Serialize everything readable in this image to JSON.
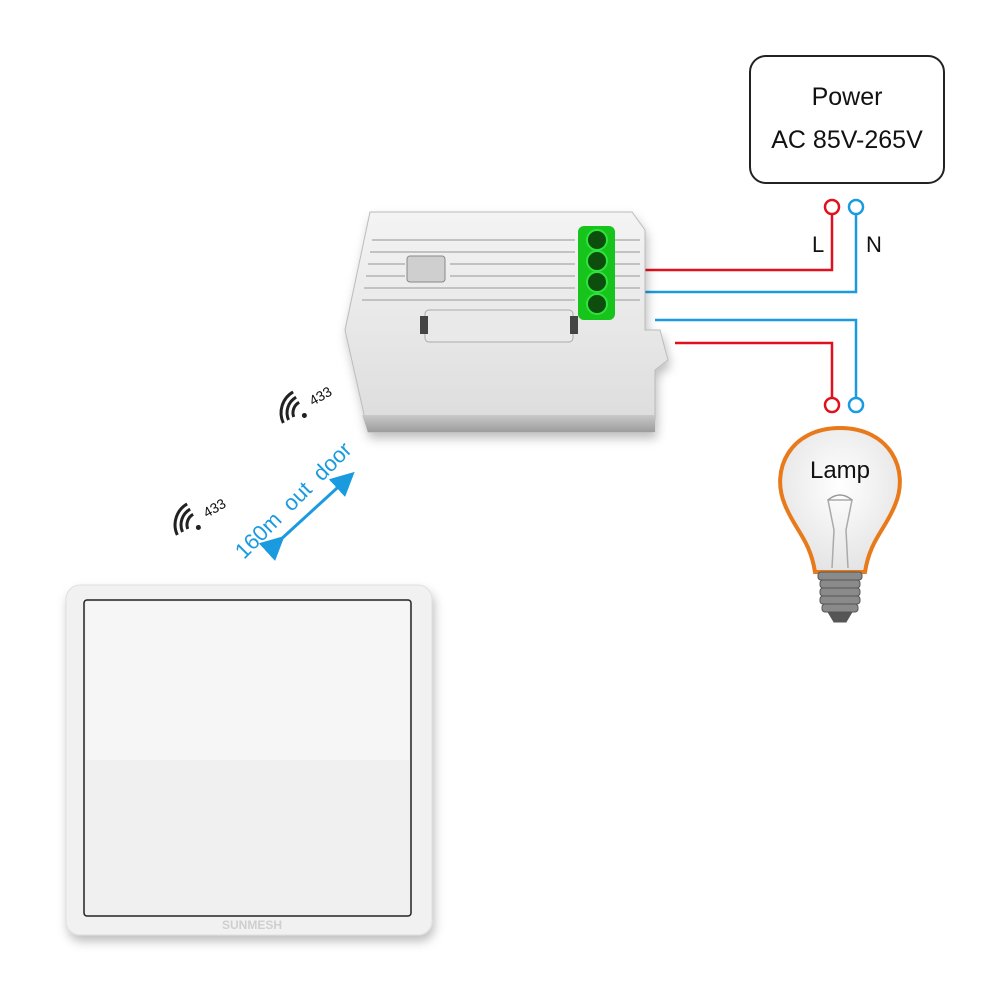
{
  "power": {
    "title": "Power",
    "voltage": "AC 85V-265V"
  },
  "wires": {
    "live_label": "L",
    "neutral_label": "N",
    "live_color": "#e0101c",
    "neutral_color": "#1a9be0"
  },
  "lamp": {
    "label": "Lamp",
    "outline_color": "#e87a1c"
  },
  "signal": {
    "frequency_receiver": "433",
    "frequency_switch": "433",
    "range_text": "160m  out  door",
    "range_color": "#1a9be0"
  },
  "switch_panel": {
    "brand": "SUNMESH"
  },
  "icons": {
    "signal": "wifi-signal-icon",
    "bulb": "light-bulb-icon"
  }
}
